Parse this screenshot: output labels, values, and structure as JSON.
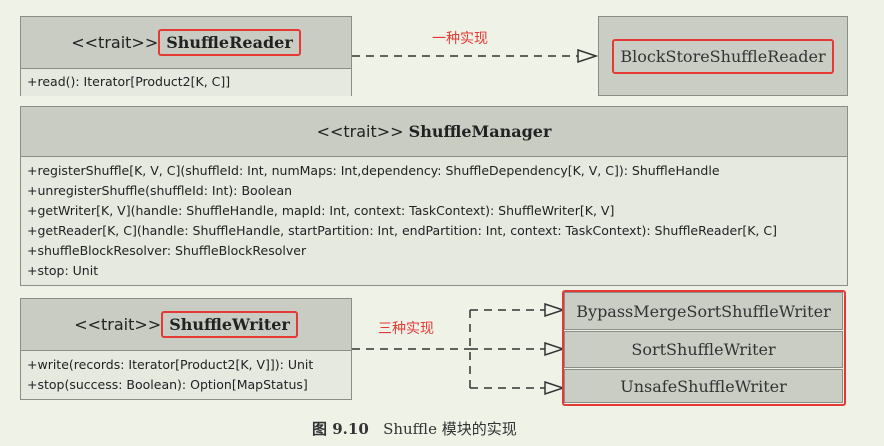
{
  "shuffle_reader": {
    "stereotype": "<<trait>>",
    "name": "ShuffleReader",
    "methods": [
      "+read(): Iterator[Product2[K, C]]"
    ]
  },
  "block_store_reader": {
    "name": "BlockStoreShuffleReader"
  },
  "reader_annotation": "一种实现",
  "shuffle_manager": {
    "stereotype": "<<trait>>",
    "name": "ShuffleManager",
    "methods": [
      "+registerShuffle[K, V, C](shuffleId: Int, numMaps: Int,dependency: ShuffleDependency[K, V, C]): ShuffleHandle",
      "+unregisterShuffle(shuffleId: Int): Boolean",
      "+getWriter[K, V](handle: ShuffleHandle, mapId: Int, context: TaskContext): ShuffleWriter[K, V]",
      "+getReader[K, C](handle: ShuffleHandle, startPartition: Int, endPartition: Int, context: TaskContext): ShuffleReader[K, C]",
      "+shuffleBlockResolver: ShuffleBlockResolver",
      "+stop: Unit"
    ]
  },
  "shuffle_writer": {
    "stereotype": "<<trait>>",
    "name": "ShuffleWriter",
    "methods": [
      "+write(records: Iterator[Product2[K, V]]): Unit",
      "+stop(success: Boolean): Option[MapStatus]"
    ]
  },
  "writer_annotation": "三种实现",
  "writer_impls": [
    "BypassMergeSortShuffleWriter",
    "SortShuffleWriter",
    "UnsafeShuffleWriter"
  ],
  "caption": {
    "figure": "图 9.10",
    "text": "Shuffle 模块的实现"
  },
  "colors": {
    "highlight": "#e53935",
    "box": "#d7dbd1",
    "header": "#c8ccc2"
  }
}
